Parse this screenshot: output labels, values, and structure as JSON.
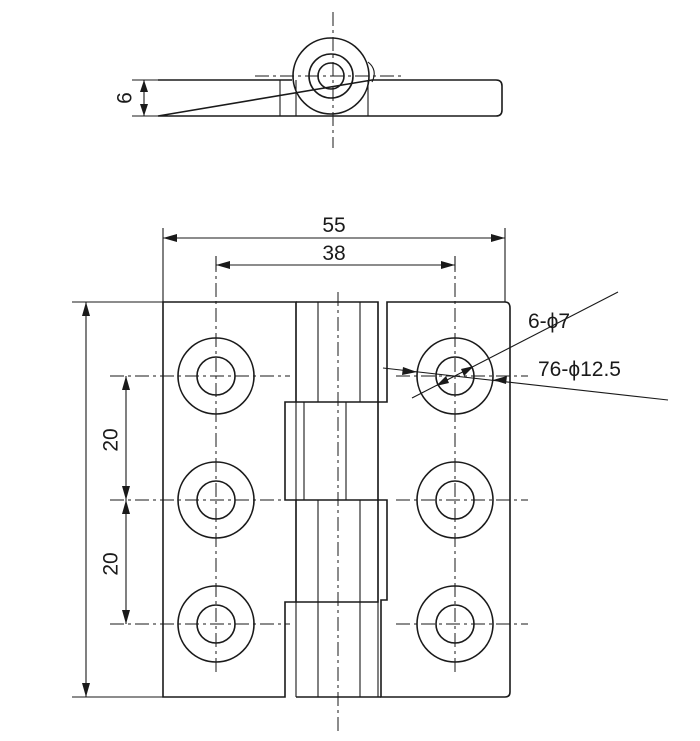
{
  "dimensions": {
    "thickness": "6",
    "overall_width": "55",
    "hole_spacing_width": "38",
    "hole_pitch_upper": "20",
    "hole_pitch_lower": "20",
    "hole_diameter": "6-ϕ7",
    "counterbore_diameter": "76-ϕ12.5"
  },
  "hole_grid": {
    "columns": 2,
    "rows": 3
  }
}
